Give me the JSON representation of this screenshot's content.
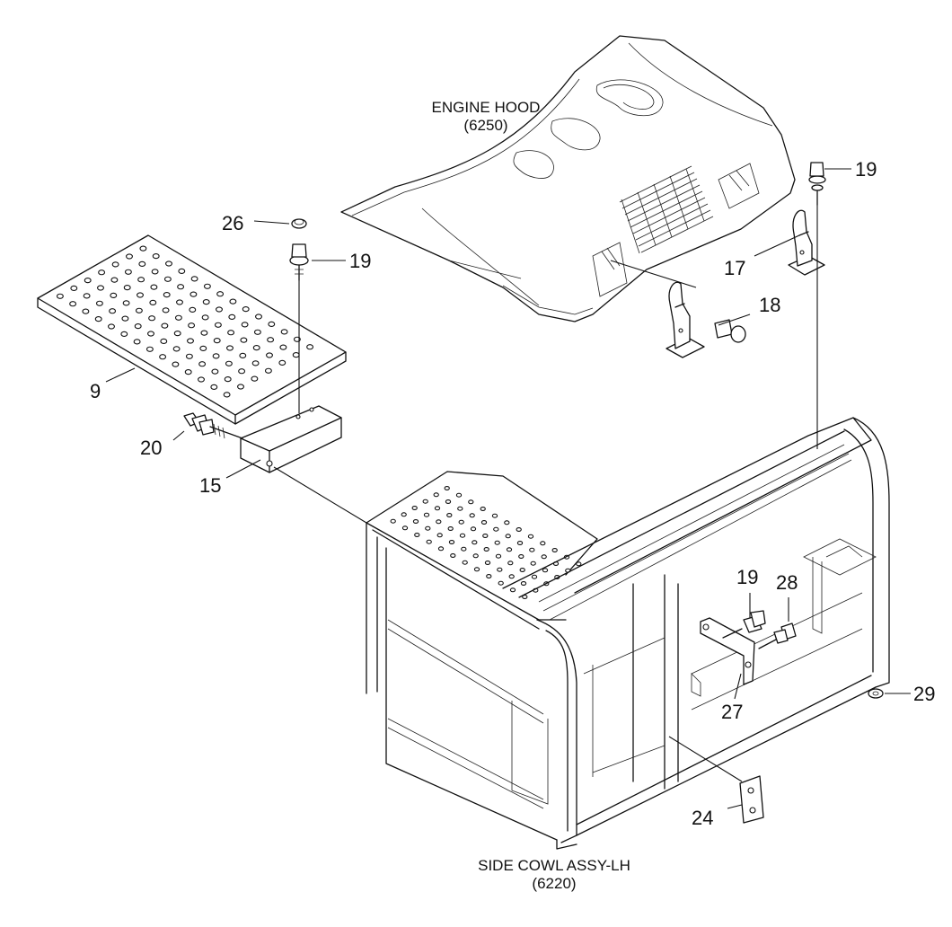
{
  "assemblies": {
    "engine_hood": {
      "name": "ENGINE HOOD",
      "code": "(6250)"
    },
    "side_cowl": {
      "name": "SIDE COWL ASSY-LH",
      "code": "(6220)"
    }
  },
  "callouts": {
    "c9": "9",
    "c15": "15",
    "c17": "17",
    "c18": "18",
    "c19_top_right": "19",
    "c19_plate": "19",
    "c19_mid": "19",
    "c20": "20",
    "c24": "24",
    "c26": "26",
    "c27": "27",
    "c28": "28",
    "c29": "29"
  },
  "colors": {
    "line": "#111111",
    "background": "#ffffff"
  }
}
